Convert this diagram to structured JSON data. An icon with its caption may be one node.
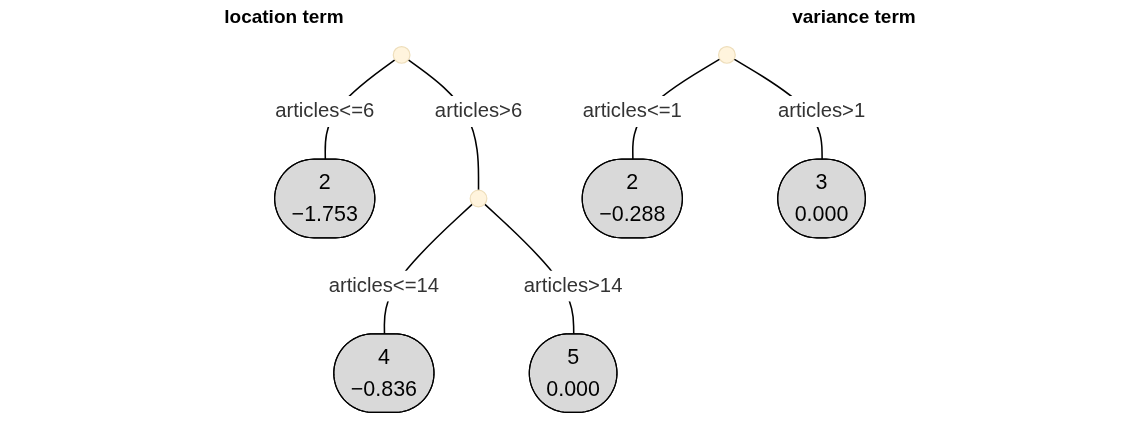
{
  "diagram": {
    "nodes": [
      {
        "text": [],
        "shape": "circle"
      },
      {
        "text": [
          "2",
          "−1.753"
        ]
      },
      {
        "text": [],
        "shape": "circle"
      },
      {
        "text": [
          "4",
          "−0.836"
        ]
      },
      {
        "text": [
          "5",
          "0.000"
        ]
      },
      {
        "text": [],
        "shape": "circle"
      },
      {
        "text": [
          "2",
          "−0.288"
        ]
      },
      {
        "text": [
          "3",
          "0.000"
        ]
      }
    ],
    "edges": [
      {
        "from": 0,
        "to": 1,
        "arrow": "none",
        "label": "articles<=6"
      },
      {
        "from": 0,
        "to": 2,
        "arrow": "none",
        "label": "articles>6"
      },
      {
        "from": 2,
        "to": 3,
        "arrow": "none",
        "label": "articles<=14"
      },
      {
        "from": 2,
        "to": 4,
        "arrow": "none",
        "label": "articles>14"
      },
      {
        "from": 5,
        "to": 6,
        "arrow": "none",
        "label": "articles<=1"
      },
      {
        "from": 5,
        "to": 7,
        "arrow": "none",
        "label": "articles>1"
      }
    ],
    "labels": [
      "location term",
      "variance term"
    ]
  }
}
